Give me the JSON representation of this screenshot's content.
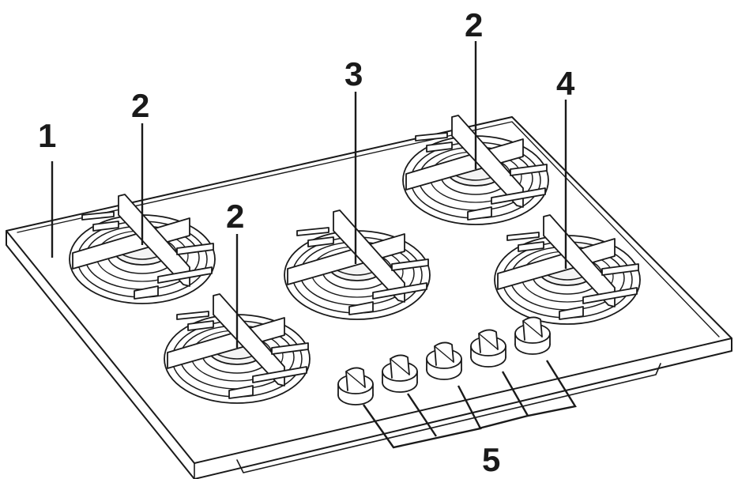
{
  "callouts": {
    "hob_surface": "1",
    "burner_rear_left": "2",
    "burner_front_left": "2",
    "burner_center": "3",
    "burner_rear_right": "2",
    "burner_right": "4",
    "control_knobs": "5"
  },
  "colors": {
    "line": "#1a1a1a",
    "background": "#ffffff"
  }
}
